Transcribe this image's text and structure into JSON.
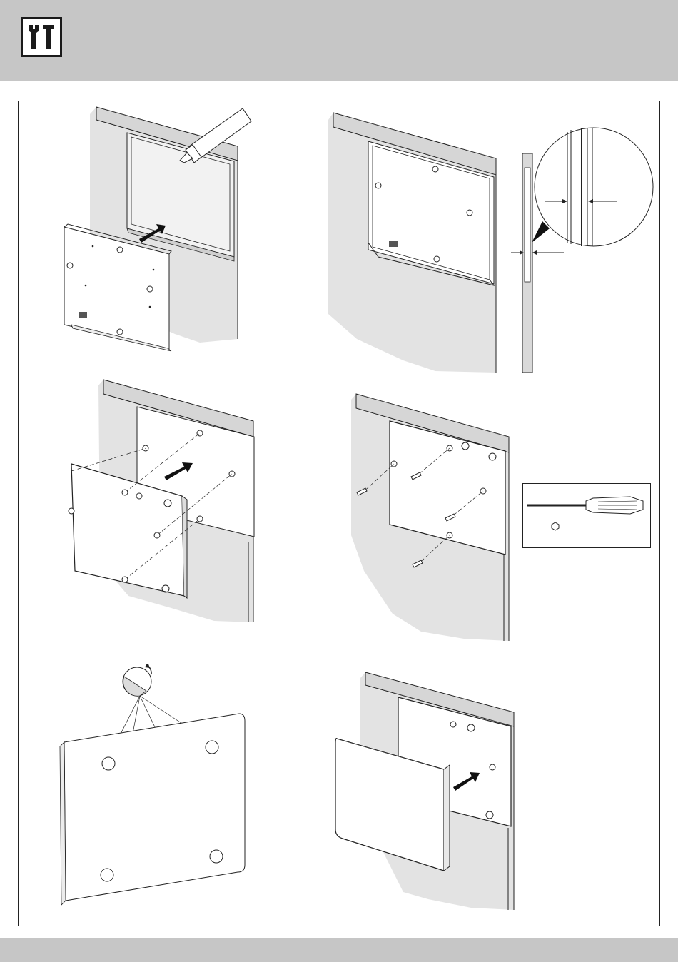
{
  "header": {
    "icon": "wrench-screwdriver-icon",
    "band_color": "#c6c6c6"
  },
  "footer": {
    "band_color": "#c6c6c6"
  },
  "colors": {
    "wall": "#e3e3e3",
    "wall_edge": "#cfcfcf",
    "line": "#222222",
    "plate": "#ffffff",
    "arrow": "#111111"
  },
  "steps": [
    {
      "id": 1,
      "action": "apply-sealant-insert-frame",
      "icons": [
        "sealant-tube-icon",
        "push-arrow-icon"
      ]
    },
    {
      "id": 2,
      "action": "check-flush-fit",
      "icons": [
        "magnifier-detail-icon",
        "gap-measure-icon"
      ]
    },
    {
      "id": 3,
      "action": "mount-base-plate",
      "icons": [
        "push-arrow-icon"
      ]
    },
    {
      "id": 4,
      "action": "fasten-screws",
      "icons": [
        "screw-icon",
        "screwdriver-icon",
        "hex-bit-icon"
      ]
    },
    {
      "id": 5,
      "action": "turn-adjusters",
      "icons": [
        "rotate-adjuster-icon"
      ]
    },
    {
      "id": 6,
      "action": "attach-cover",
      "icons": [
        "push-arrow-icon"
      ]
    }
  ]
}
